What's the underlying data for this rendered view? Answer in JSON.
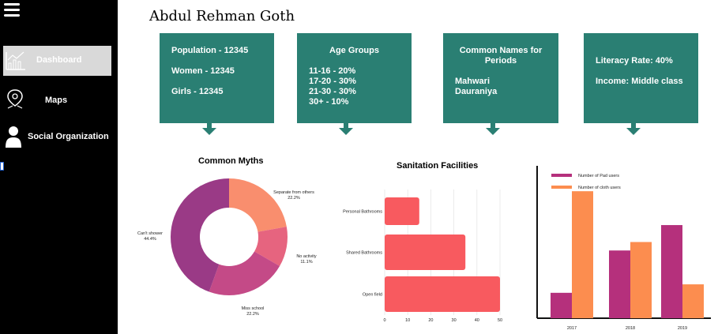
{
  "page": {
    "title": "Abdul Rehman Goth"
  },
  "sidebar": {
    "menu_icon": "hamburger-icon",
    "items": [
      {
        "label": "Dashboard",
        "icon": "dashboard-chart-icon",
        "active": true
      },
      {
        "label": "Maps",
        "icon": "map-pin-icon",
        "active": false
      },
      {
        "label": "Social Organization",
        "icon": "user-icon",
        "active": false
      }
    ]
  },
  "cards": {
    "population": {
      "line1": "Population - 12345",
      "line2": "Women - 12345",
      "line3": "Girls - 12345"
    },
    "age_groups": {
      "title": "Age Groups",
      "rows": [
        "11-16 - 20%",
        "17-20 - 30%",
        "21-30 - 30%",
        "30+ - 10%"
      ]
    },
    "common_names": {
      "title_line1": "Common Names for",
      "title_line2": "Periods",
      "names": [
        "Mahwari",
        "Dauraniya"
      ]
    },
    "literacy": {
      "line1": "Literacy Rate: 40%",
      "line2": "Income: Middle class"
    }
  },
  "colors": {
    "card": "#2a7f73",
    "sidebar": "#000000",
    "pad": "#b5307c",
    "cloth": "#fc8d4f",
    "bar": "#f85a5f"
  },
  "chart_data": [
    {
      "type": "pie",
      "title": "Common Myths",
      "labels": [
        "Separate from others",
        "No activity",
        "Miss school",
        "Can't shower"
      ],
      "values": [
        22.2,
        11.1,
        22.2,
        44.4
      ],
      "pct_labels": [
        "22.2%",
        "11.1%",
        "22.2%",
        "44.4%"
      ],
      "colors": [
        "#f98e6e",
        "#e6647f",
        "#c44a87",
        "#9a3a86"
      ],
      "donut": true
    },
    {
      "type": "bar",
      "orientation": "horizontal",
      "title": "Sanitation Facilities",
      "categories": [
        "Personal Bathrooms",
        "Shared Bathrooms",
        "Open field"
      ],
      "values": [
        15,
        35,
        50
      ],
      "xlim": [
        0,
        50
      ],
      "xticks": [
        "0",
        "10",
        "20",
        "30",
        "40",
        "50"
      ],
      "grid": true
    },
    {
      "type": "bar",
      "title": "",
      "categories": [
        "2017",
        "2018",
        "2019"
      ],
      "series": [
        {
          "name": "Number of Pad users",
          "values": [
            15,
            40,
            55
          ]
        },
        {
          "name": "Number of cloth users",
          "values": [
            75,
            45,
            20
          ]
        }
      ],
      "ylim": [
        0,
        90
      ],
      "legend": "top-left"
    }
  ]
}
